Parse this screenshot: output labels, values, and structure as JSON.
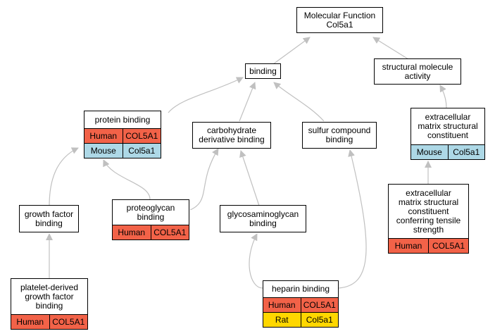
{
  "colors": {
    "human": "#f26248",
    "mouse": "#add8e6",
    "rat": "#ffd700",
    "edge": "#c0c0c0"
  },
  "nodes": {
    "molecular_function": {
      "label": "Molecular Function\nCol5a1"
    },
    "binding": {
      "label": "binding"
    },
    "structural_molecule_activity": {
      "label": "structural molecule\nactivity"
    },
    "protein_binding": {
      "label": "protein binding",
      "rows": [
        {
          "species": "Human",
          "gene": "COL5A1"
        },
        {
          "species": "Mouse",
          "gene": "Col5a1"
        }
      ]
    },
    "carbohydrate_derivative_binding": {
      "label": "carbohydrate\nderivative binding"
    },
    "sulfur_compound_binding": {
      "label": "sulfur compound\nbinding"
    },
    "ecm_structural_constituent": {
      "label": "extracellular\nmatrix structural\nconstituent",
      "rows": [
        {
          "species": "Mouse",
          "gene": "Col5a1"
        }
      ]
    },
    "growth_factor_binding": {
      "label": "growth factor\nbinding"
    },
    "proteoglycan_binding": {
      "label": "proteoglycan\nbinding",
      "rows": [
        {
          "species": "Human",
          "gene": "COL5A1"
        }
      ]
    },
    "glycosaminoglycan_binding": {
      "label": "glycosaminoglycan\nbinding"
    },
    "ecm_tensile_strength": {
      "label": "extracellular\nmatrix structural\nconstituent\nconferring tensile\nstrength",
      "rows": [
        {
          "species": "Human",
          "gene": "COL5A1"
        }
      ]
    },
    "pdgf_binding": {
      "label": "platelet-derived\ngrowth factor\nbinding",
      "rows": [
        {
          "species": "Human",
          "gene": "COL5A1"
        }
      ]
    },
    "heparin_binding": {
      "label": "heparin binding",
      "rows": [
        {
          "species": "Human",
          "gene": "COL5A1"
        },
        {
          "species": "Rat",
          "gene": "Col5a1"
        }
      ]
    }
  }
}
